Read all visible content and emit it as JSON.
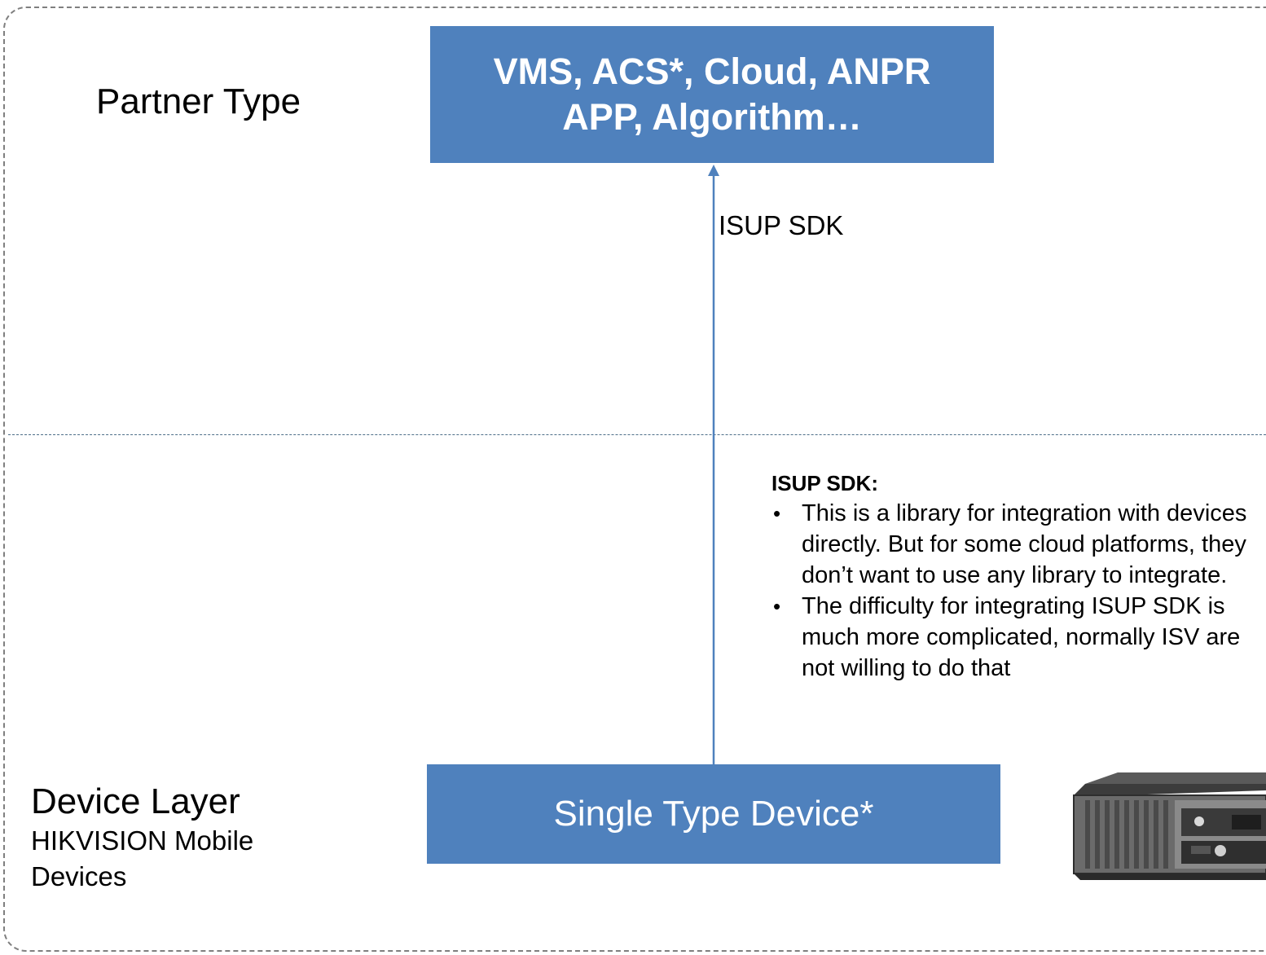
{
  "partner": {
    "label": "Partner Type",
    "box_line1": "VMS, ACS*, Cloud, ANPR",
    "box_line2": "APP, Algorithm…"
  },
  "edge": {
    "label": "ISUP SDK"
  },
  "note": {
    "title": "ISUP SDK:",
    "bullets": [
      "This is a library for integration with devices directly. But for some cloud platforms, they don’t want to use any library to integrate.",
      "The difficulty for integrating ISUP SDK is much more complicated, normally ISV are not willing to do that"
    ]
  },
  "device": {
    "layer_title": "Device Layer",
    "layer_subtitle": "HIKVISION Mobile Devices",
    "box_label": "Single Type Device*",
    "image_icon": "mobile-dvr-device-icon"
  },
  "colors": {
    "box_fill": "#4f81bd",
    "box_text": "#ffffff",
    "arrow": "#4f81bd",
    "frame_border": "#7f7f7f",
    "divider": "#4e6f89"
  }
}
